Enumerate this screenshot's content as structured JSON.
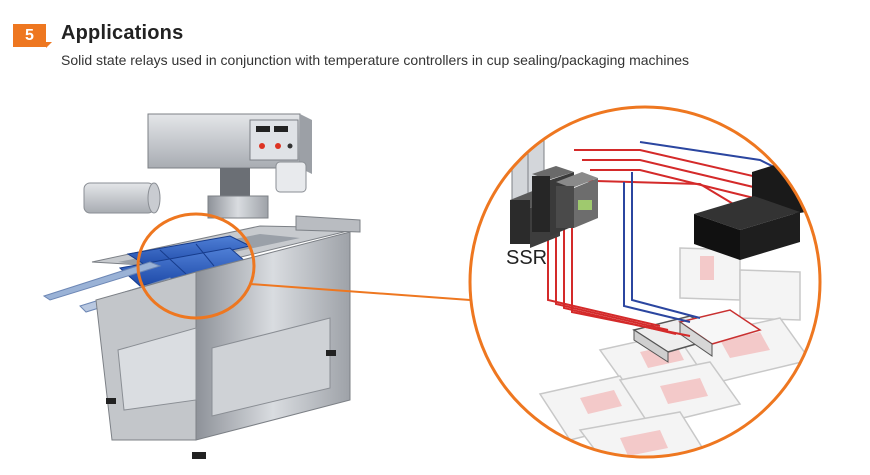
{
  "section": {
    "number": "5",
    "title": "Applications",
    "subtitle": "Solid state relays used in conjunction with temperature controllers in cup sealing/packaging machines"
  },
  "illustration": {
    "ssr_label": "SSR",
    "highlight_color": "#ee7720",
    "wire_red": "#d42a2a",
    "wire_blue": "#2b46a0"
  }
}
